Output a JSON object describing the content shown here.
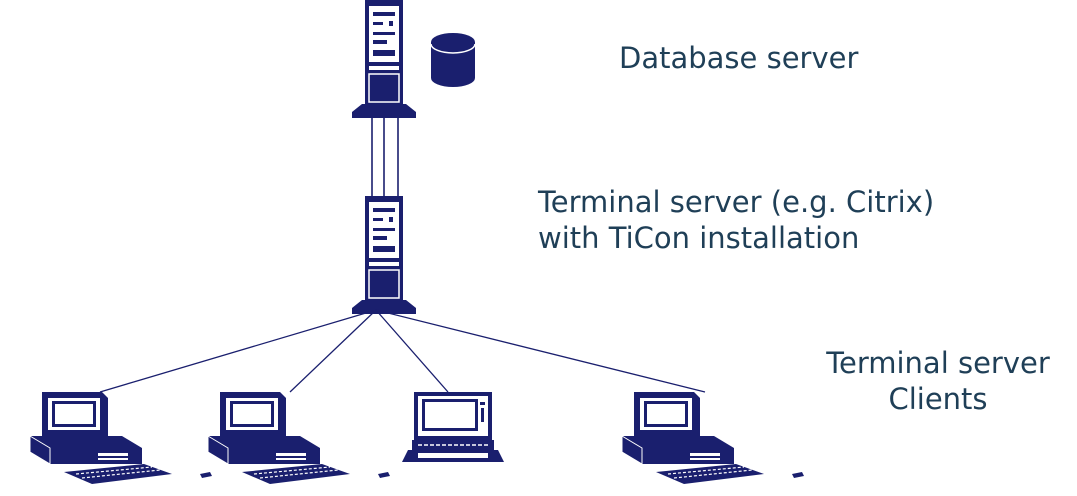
{
  "labels": {
    "database_server": "Database server",
    "terminal_server_line1": "Terminal server (e.g. Citrix)",
    "terminal_server_line2": "with TiCon installation",
    "clients_line1": "Terminal server",
    "clients_line2": "Clients"
  },
  "colors": {
    "ink": "#1a1f6e",
    "text": "#1f3f57",
    "background": "#ffffff"
  },
  "icons": {
    "database_server": "tower-server-icon",
    "database": "database-cylinder-icon",
    "terminal_server": "tower-server-icon",
    "clients": [
      "desktop-computer-icon",
      "desktop-computer-icon",
      "laptop-icon",
      "desktop-computer-icon"
    ]
  }
}
